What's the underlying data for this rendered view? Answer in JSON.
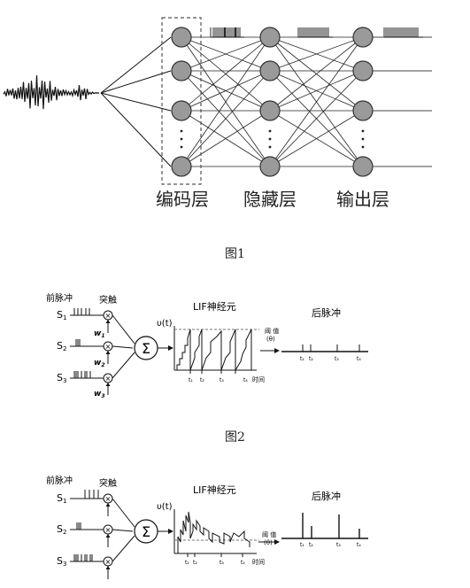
{
  "figure1": {
    "layer_labels": [
      "编码层",
      "隐藏层",
      "输出层"
    ],
    "dots": "·\n·\n·",
    "caption": "图1"
  },
  "figure2": {
    "pre_spike_label": "前脉冲",
    "synapse_label": "突触",
    "inputs": [
      {
        "s": "S",
        "s_sub": "1",
        "w": "w",
        "w_sub": "1"
      },
      {
        "s": "S",
        "s_sub": "2",
        "w": "w",
        "w_sub": "2"
      },
      {
        "s": "S",
        "s_sub": "3",
        "w": "w",
        "w_sub": "3"
      }
    ],
    "sum_symbol": "Σ",
    "mult_symbol": "×",
    "neuron_title": "LIF神经元",
    "y_axis_label": "υ(t)",
    "threshold_label": "阈 值",
    "threshold_value": "(θ)",
    "time_ticks": [
      "t₁",
      "t₂",
      "t₃",
      "t₄"
    ],
    "time_label": "时间",
    "post_spike_label": "后脉冲",
    "caption": "图2"
  },
  "figure3": {
    "pre_spike_label": "前脉冲",
    "synapse_label": "突触",
    "inputs": [
      {
        "s": "S",
        "s_sub": "1"
      },
      {
        "s": "S",
        "s_sub": "2"
      },
      {
        "s": "S",
        "s_sub": "3"
      }
    ],
    "sum_symbol": "Σ",
    "mult_symbol": "×",
    "neuron_title": "LIF神经元",
    "y_axis_label": "υ(t)",
    "threshold_label": "阈 值",
    "threshold_value": "(θ)",
    "time_ticks": [
      "t₁",
      "t₂",
      "t₃",
      "t₄"
    ],
    "time_label": "时间",
    "post_spike_label": "后脉冲"
  }
}
